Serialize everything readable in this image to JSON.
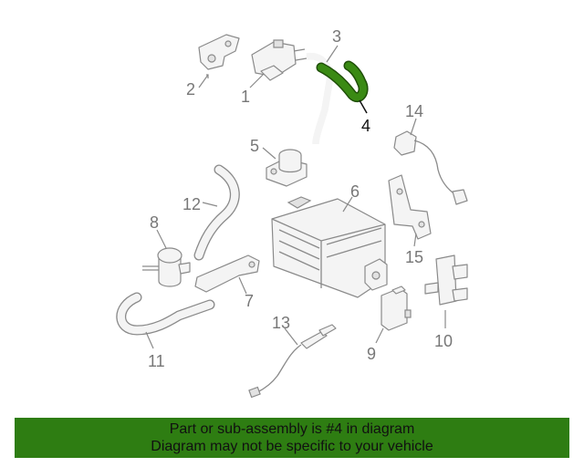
{
  "callouts": {
    "c1": "1",
    "c2": "2",
    "c3": "3",
    "c4": "4",
    "c5": "5",
    "c6": "6",
    "c7": "7",
    "c8": "8",
    "c9": "9",
    "c10": "10",
    "c11": "11",
    "c12": "12",
    "c13": "13",
    "c14": "14",
    "c15": "15"
  },
  "highlight": {
    "part": "4",
    "color": "#3a8a14"
  },
  "banner": {
    "line1": "Part or sub-assembly is #4 in diagram",
    "line2": "Diagram may not be specific to your vehicle",
    "color": "#2e7d12"
  }
}
